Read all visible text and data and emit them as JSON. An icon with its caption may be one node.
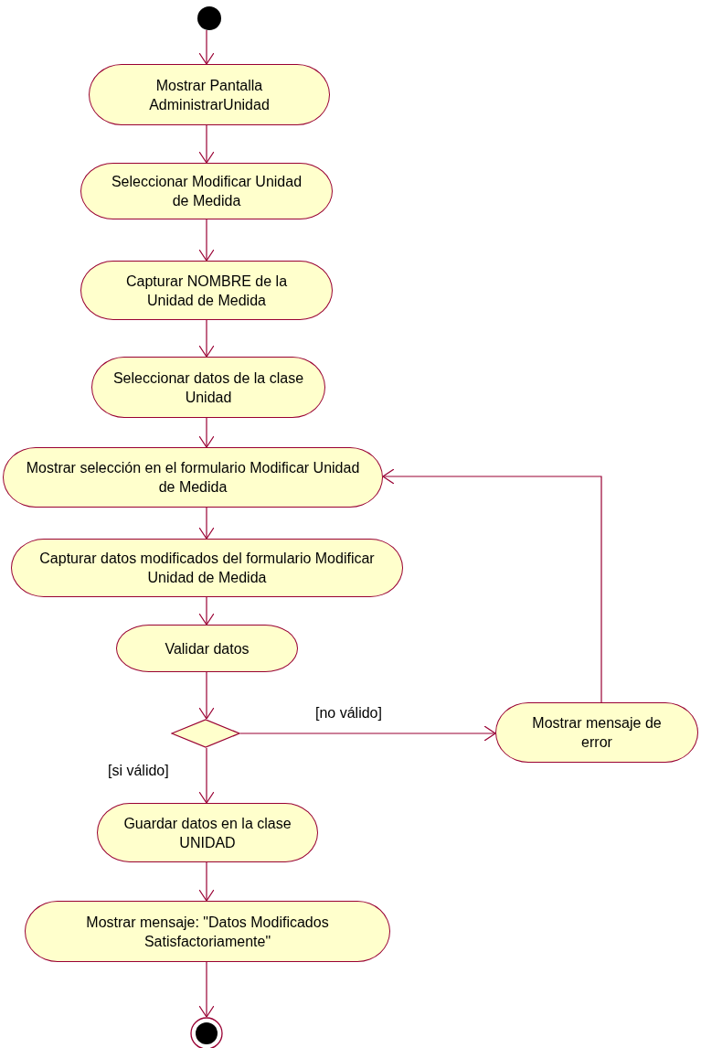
{
  "diagram": {
    "nodes": [
      {
        "text": [],
        "shape": "circle"
      },
      {
        "text": [
          "Mostrar Pantalla AdministrarUnidad"
        ]
      },
      {
        "text": [
          "Seleccionar Modificar Unidad de Medida"
        ]
      },
      {
        "text": [
          "Capturar NOMBRE de la Unidad de Medida"
        ]
      },
      {
        "text": [
          "Seleccionar datos de la clase Unidad"
        ]
      },
      {
        "text": [
          "Mostrar selección en el formulario Modificar Unidad de Medida"
        ]
      },
      {
        "text": [
          "Capturar datos modificados del formulario Modificar Unidad de Medida"
        ]
      },
      {
        "text": [
          "Validar datos"
        ]
      },
      {
        "text": [],
        "shape": "diamond"
      },
      {
        "text": [
          "Mostrar mensaje de error"
        ]
      },
      {
        "text": [
          "Guardar datos en la clase  UNIDAD"
        ]
      },
      {
        "text": [
          "Mostrar mensaje: \"Datos Modificados Satisfactoriamente\""
        ]
      },
      {
        "text": [],
        "shape": "bullseye"
      }
    ],
    "edges": [
      {
        "from": 0,
        "to": 1,
        "arrow": "to"
      },
      {
        "from": 1,
        "to": 2,
        "arrow": "to"
      },
      {
        "from": 2,
        "to": 3,
        "arrow": "to"
      },
      {
        "from": 3,
        "to": 4,
        "arrow": "to"
      },
      {
        "from": 4,
        "to": 5,
        "arrow": "to"
      },
      {
        "from": 5,
        "to": 6,
        "arrow": "to"
      },
      {
        "from": 6,
        "to": 7,
        "arrow": "to"
      },
      {
        "from": 7,
        "to": 8,
        "arrow": "to"
      },
      {
        "from": 8,
        "to": 9,
        "arrow": "to",
        "label": "[no válido]"
      },
      {
        "from": 9,
        "to": 5,
        "arrow": "to"
      },
      {
        "from": 8,
        "to": 10,
        "arrow": "to",
        "label": "[si válido]"
      },
      {
        "from": 10,
        "to": 11,
        "arrow": "to"
      },
      {
        "from": 11,
        "to": 12,
        "arrow": "to"
      }
    ]
  }
}
